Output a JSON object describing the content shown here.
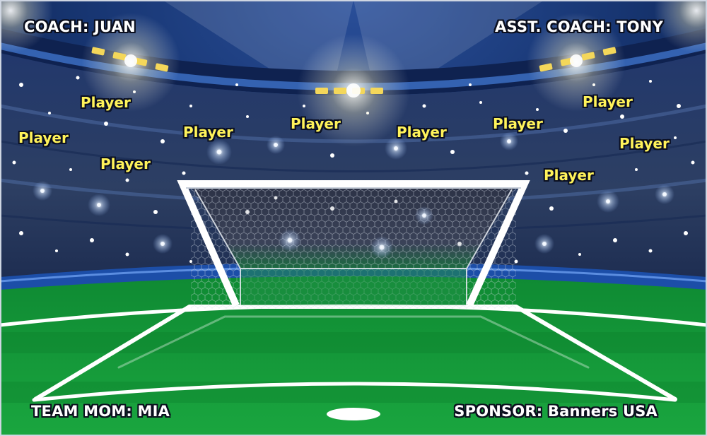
{
  "banner": {
    "coach": "COACH: JUAN",
    "asst_coach": "ASST. COACH: TONY",
    "team_mom": "TEAM MOM: MIA",
    "sponsor": "SPONSOR: Banners USA",
    "players": [
      "Player",
      "Player",
      "Player",
      "Player",
      "Player",
      "Player",
      "Player",
      "Player",
      "Player",
      "Player"
    ]
  },
  "colors": {
    "player_text": "#fff35a",
    "label_text": "#ffffff",
    "field_green": "#169b3a",
    "sky_blue": "#16326e"
  }
}
